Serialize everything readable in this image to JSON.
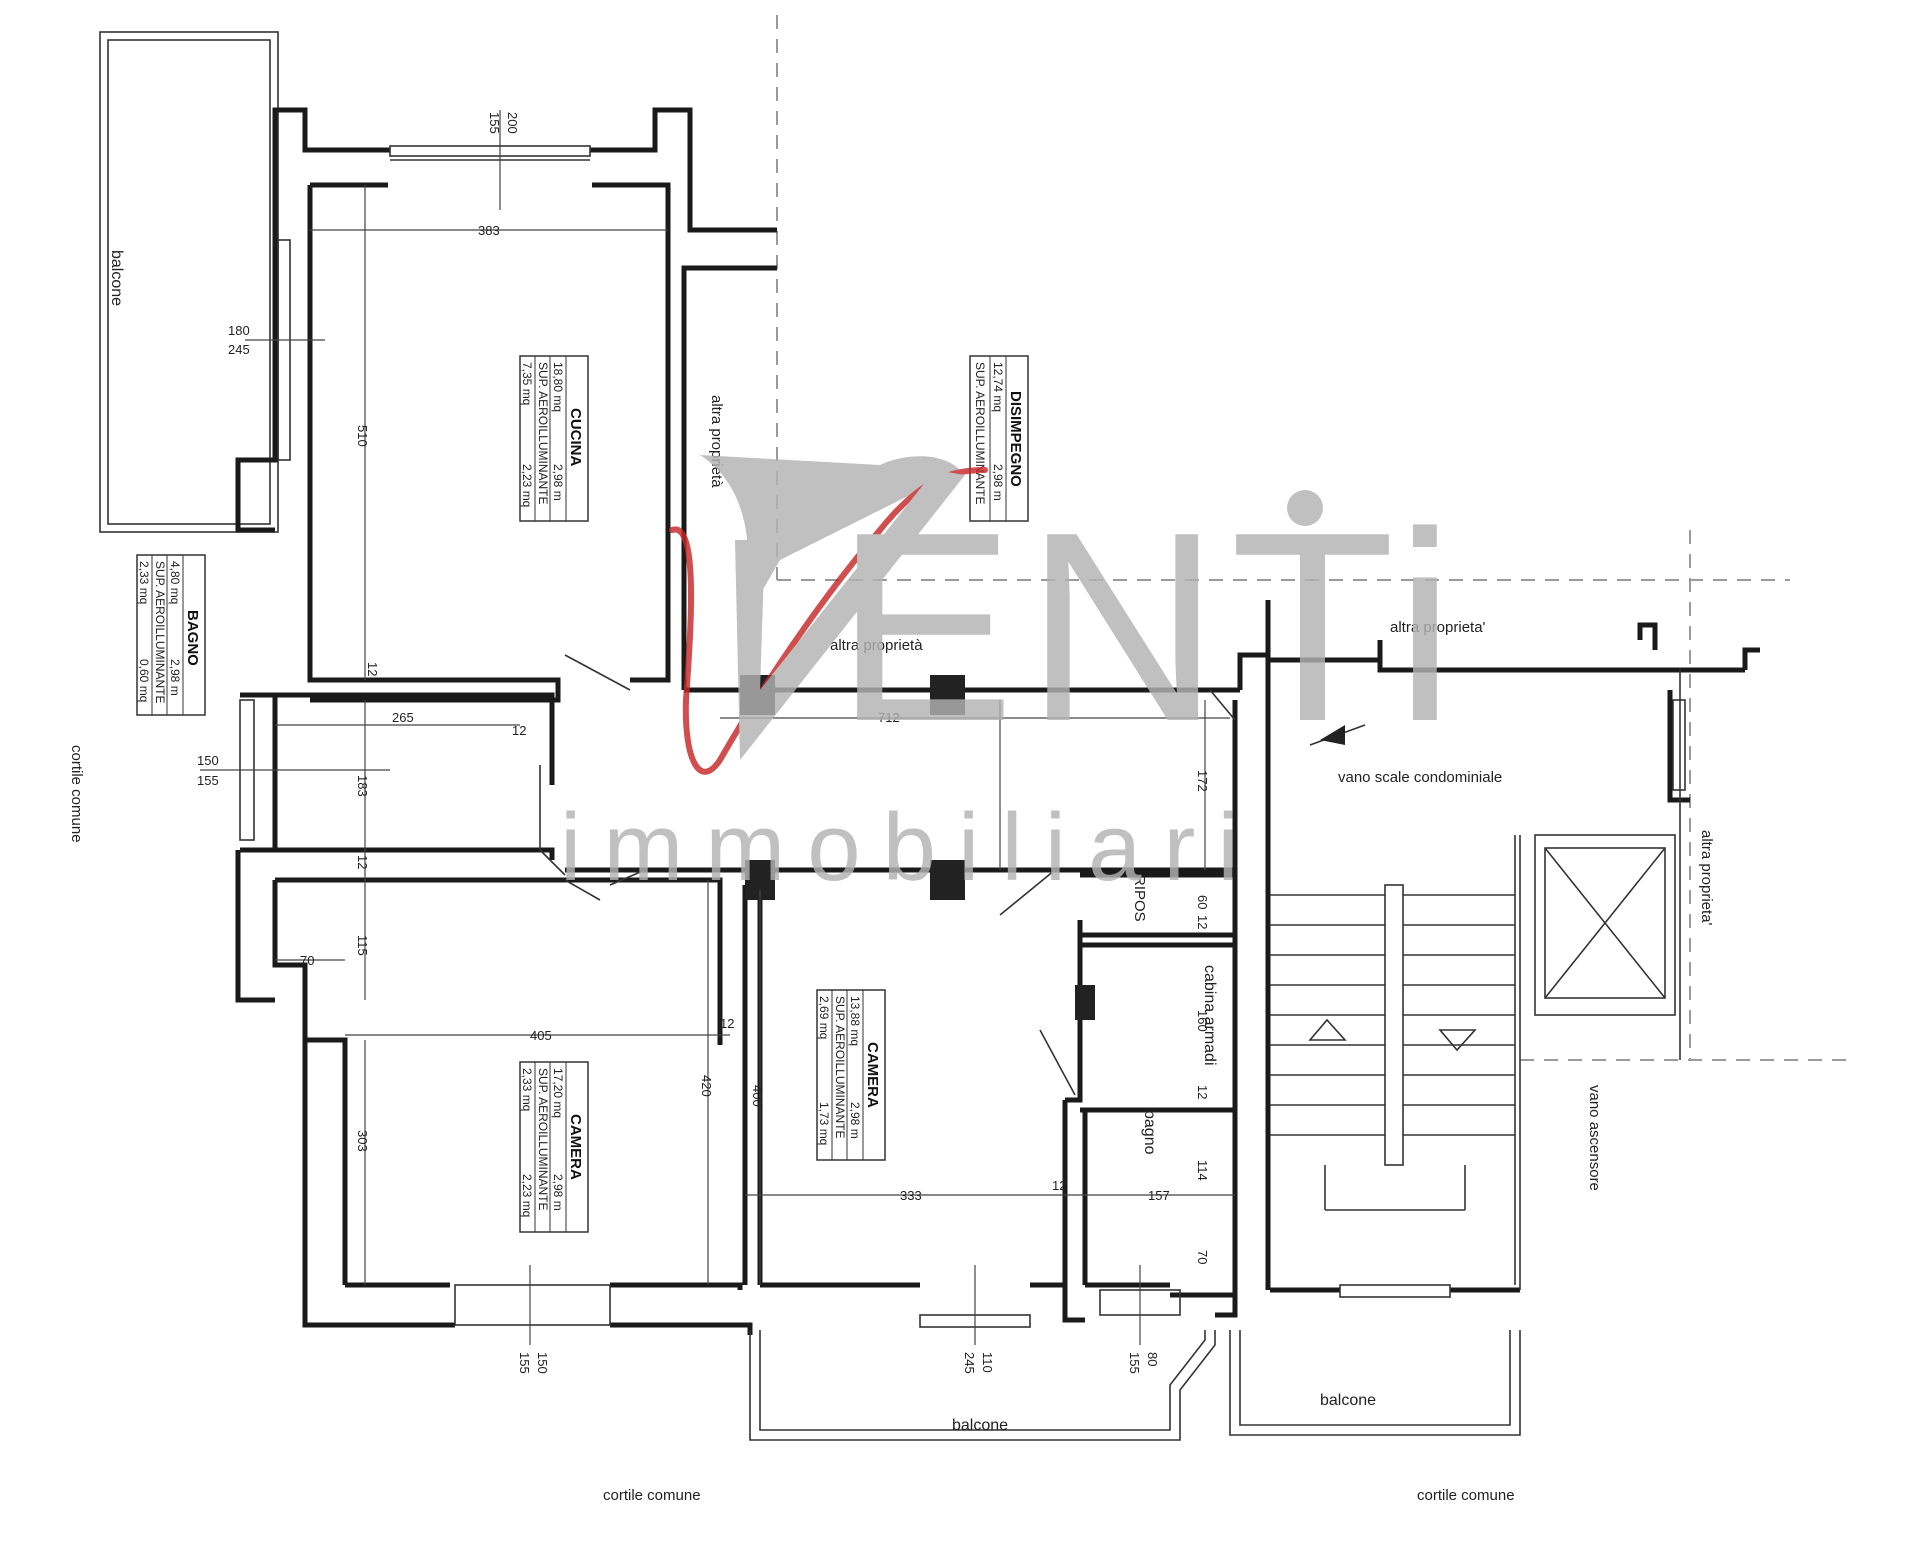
{
  "watermark": {
    "brand": "ENTi",
    "sub": "immobiliari",
    "v_color": "#c62828",
    "gray": "#b3b3b3"
  },
  "rooms": {
    "cucina": {
      "title": "CUCINA",
      "area": "18,80 mq",
      "height": "2,98 m",
      "sup_label": "SUP. AEROILLUMINANTE",
      "sup_1": "7,35 mq",
      "sup_2": "2,23 mq"
    },
    "disimpegno": {
      "title": "DISIMPEGNO",
      "area": "12,74 mq",
      "height": "2,98 m",
      "sup_label": "SUP. AEROILLUMINANTE"
    },
    "bagno": {
      "title": "BAGNO",
      "area": "4,80 mq",
      "height": "2,98 m",
      "sup_label": "SUP. AEROILLUMINANTE",
      "sup_1": "2,33 mq",
      "sup_2": "0,60 mq"
    },
    "camera_left": {
      "title": "CAMERA",
      "area": "17,20 mq",
      "height": "2,98 m",
      "sup_label": "SUP. AEROILLUMINANTE",
      "sup_1": "2,33 mq",
      "sup_2": "2,23 mq"
    },
    "camera_right": {
      "title": "CAMERA",
      "area": "13,88 mq",
      "height": "2,98 m",
      "sup_label": "SUP. AEROILLUMINANTE",
      "sup_1": "2,69 mq",
      "sup_2": "1,73 mq"
    }
  },
  "labels": {
    "balcone_left": "balcone",
    "balcone_bottom_1": "balcone",
    "balcone_bottom_2": "balcone",
    "altra_1": "altra proprietà",
    "altra_2": "altra proprietà",
    "altra_3": "altra proprieta'",
    "altra_4": "altra proprieta'",
    "cortile_left": "cortile comune",
    "cortile_bottom_1": "cortile comune",
    "cortile_bottom_2": "cortile comune",
    "vano_scale": "vano scale condominiale",
    "vano_ascensore": "vano ascensore",
    "ripos": "RIPOS",
    "cabina": "cabina armadi",
    "bagno_small": "bagno"
  },
  "dims": {
    "d200_155_a": "200",
    "d200_155_b": "155",
    "d383": "383",
    "d180": "180",
    "d245": "245",
    "d510": "510",
    "d265": "265",
    "d12a": "12",
    "d12b": "12",
    "d12c": "12",
    "d12d": "12",
    "d183": "183",
    "d150": "150",
    "d155": "155",
    "d712": "712",
    "d172": "172",
    "d60": "60",
    "d12e": "12",
    "d115": "115",
    "d70a": "70",
    "d405": "405",
    "d12f": "12",
    "d420": "420",
    "d303": "303",
    "d400": "400",
    "d160": "160",
    "d12g": "12",
    "d114": "114",
    "d333": "333",
    "d12h": "12",
    "d157": "157",
    "d70b": "70",
    "b150": "150",
    "b155": "155",
    "b110": "110",
    "b245": "245",
    "b80": "80",
    "b155b": "155"
  }
}
